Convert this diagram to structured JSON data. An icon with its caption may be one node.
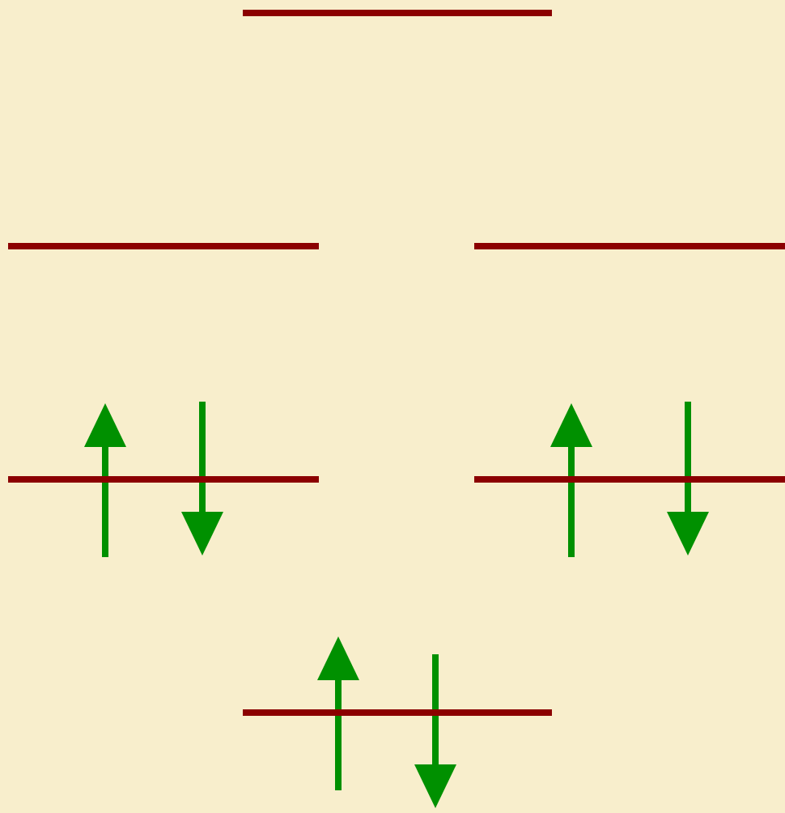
{
  "diagram": {
    "nodes": [
      {
        "text": [],
        "shape": "bar"
      },
      {
        "text": [],
        "shape": "bar"
      },
      {
        "text": [],
        "shape": "bar"
      },
      {
        "text": [],
        "shape": "bar"
      },
      {
        "text": [],
        "shape": "bar"
      },
      {
        "text": [],
        "shape": "bar"
      }
    ]
  }
}
